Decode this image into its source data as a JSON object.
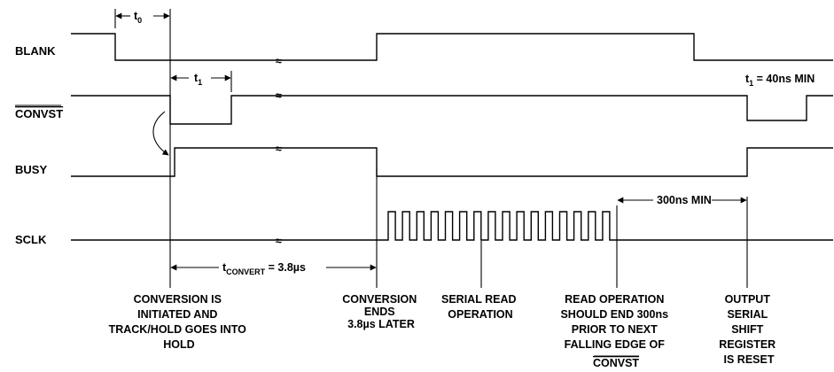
{
  "signals": {
    "blank": "BLANK",
    "convst": "CONVST",
    "busy": "BUSY",
    "sclk": "SCLK"
  },
  "timing": {
    "t0_base": "t",
    "t0_sub": "0",
    "t1_base": "t",
    "t1_sub": "1",
    "t1_note_base": "t",
    "t1_note_sub": "1",
    "t1_note_rest": " = 40ns MIN",
    "tconvert_base": "t",
    "tconvert_sub": "CONVERT",
    "tconvert_rest": " = 3.8µs",
    "min300": "300ns MIN"
  },
  "annotations": {
    "conversion_initiated": [
      "CONVERSION IS",
      "INITIATED AND",
      "TRACK/HOLD GOES INTO",
      "HOLD"
    ],
    "conversion_ends": [
      "CONVERSION",
      "ENDS",
      "3.8µs LATER"
    ],
    "serial_read": [
      "SERIAL READ",
      "OPERATION"
    ],
    "read_operation": [
      "READ OPERATION",
      "SHOULD END 300ns",
      "PRIOR TO NEXT",
      "FALLING EDGE OF"
    ],
    "read_operation_last": "CONVST",
    "output_serial": [
      "OUTPUT",
      "SERIAL",
      "SHIFT",
      "REGISTER",
      "IS RESET"
    ]
  }
}
